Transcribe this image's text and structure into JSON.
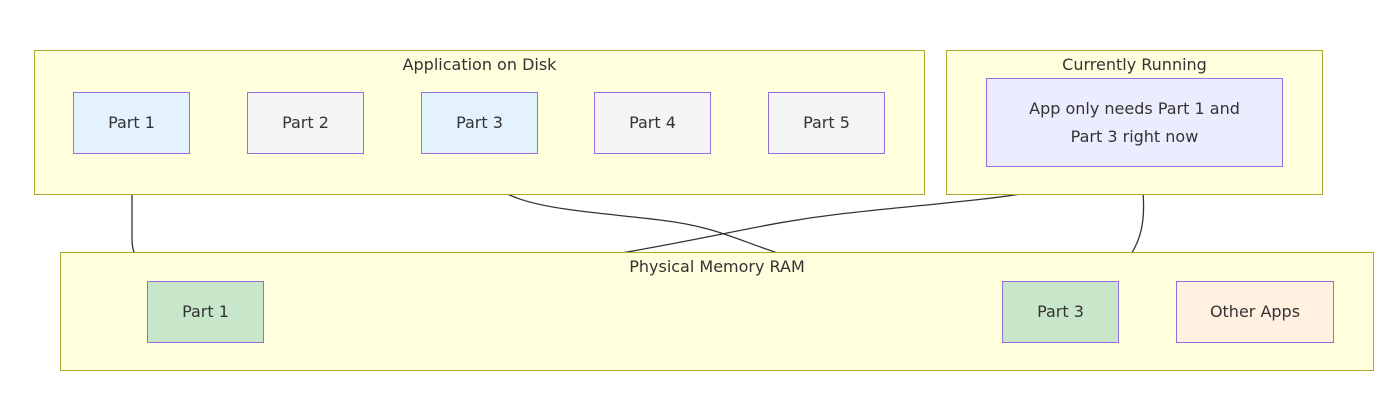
{
  "diagram": {
    "clusters": {
      "disk": {
        "title": "Application on Disk"
      },
      "running": {
        "title": "Currently Running"
      },
      "ram": {
        "title": "Physical Memory RAM"
      }
    },
    "disk_parts": [
      "Part 1",
      "Part 2",
      "Part 3",
      "Part 4",
      "Part 5"
    ],
    "running_note": "App only needs Part 1 and Part 3 right now",
    "ram_parts": [
      "Part 1",
      "Part 3",
      "Other Apps"
    ],
    "edges": [
      {
        "from": "disk Part 1",
        "to": "RAM Part 1"
      },
      {
        "from": "disk Part 3",
        "to": "RAM Part 3"
      },
      {
        "from": "running note",
        "to": "RAM Part 1"
      },
      {
        "from": "running note",
        "to": "RAM Part 3"
      }
    ],
    "colors": {
      "cluster_fill": "#ffffde",
      "cluster_border": "#aaaa33",
      "node_border": "#9370db",
      "disk_loaded_fill": "#e3f2fd",
      "disk_idle_fill": "#f4f4f4",
      "running_fill": "#ececff",
      "ram_loaded_fill": "#c8e6c9",
      "ram_other_fill": "#fff0e0",
      "edge": "#333333"
    }
  }
}
